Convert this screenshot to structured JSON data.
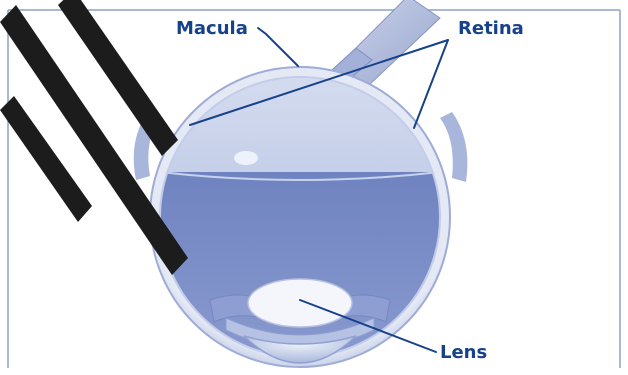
{
  "labels": {
    "macula": "Macula",
    "retina": "Retina",
    "lens": "Lens"
  },
  "colors": {
    "label_text": "#17428a",
    "frame": "#8da0c2",
    "eye_fluid": "#6a7fbc",
    "eye_upper": "#b9c5e3",
    "diagonal_marks": "#1c1c1c"
  }
}
